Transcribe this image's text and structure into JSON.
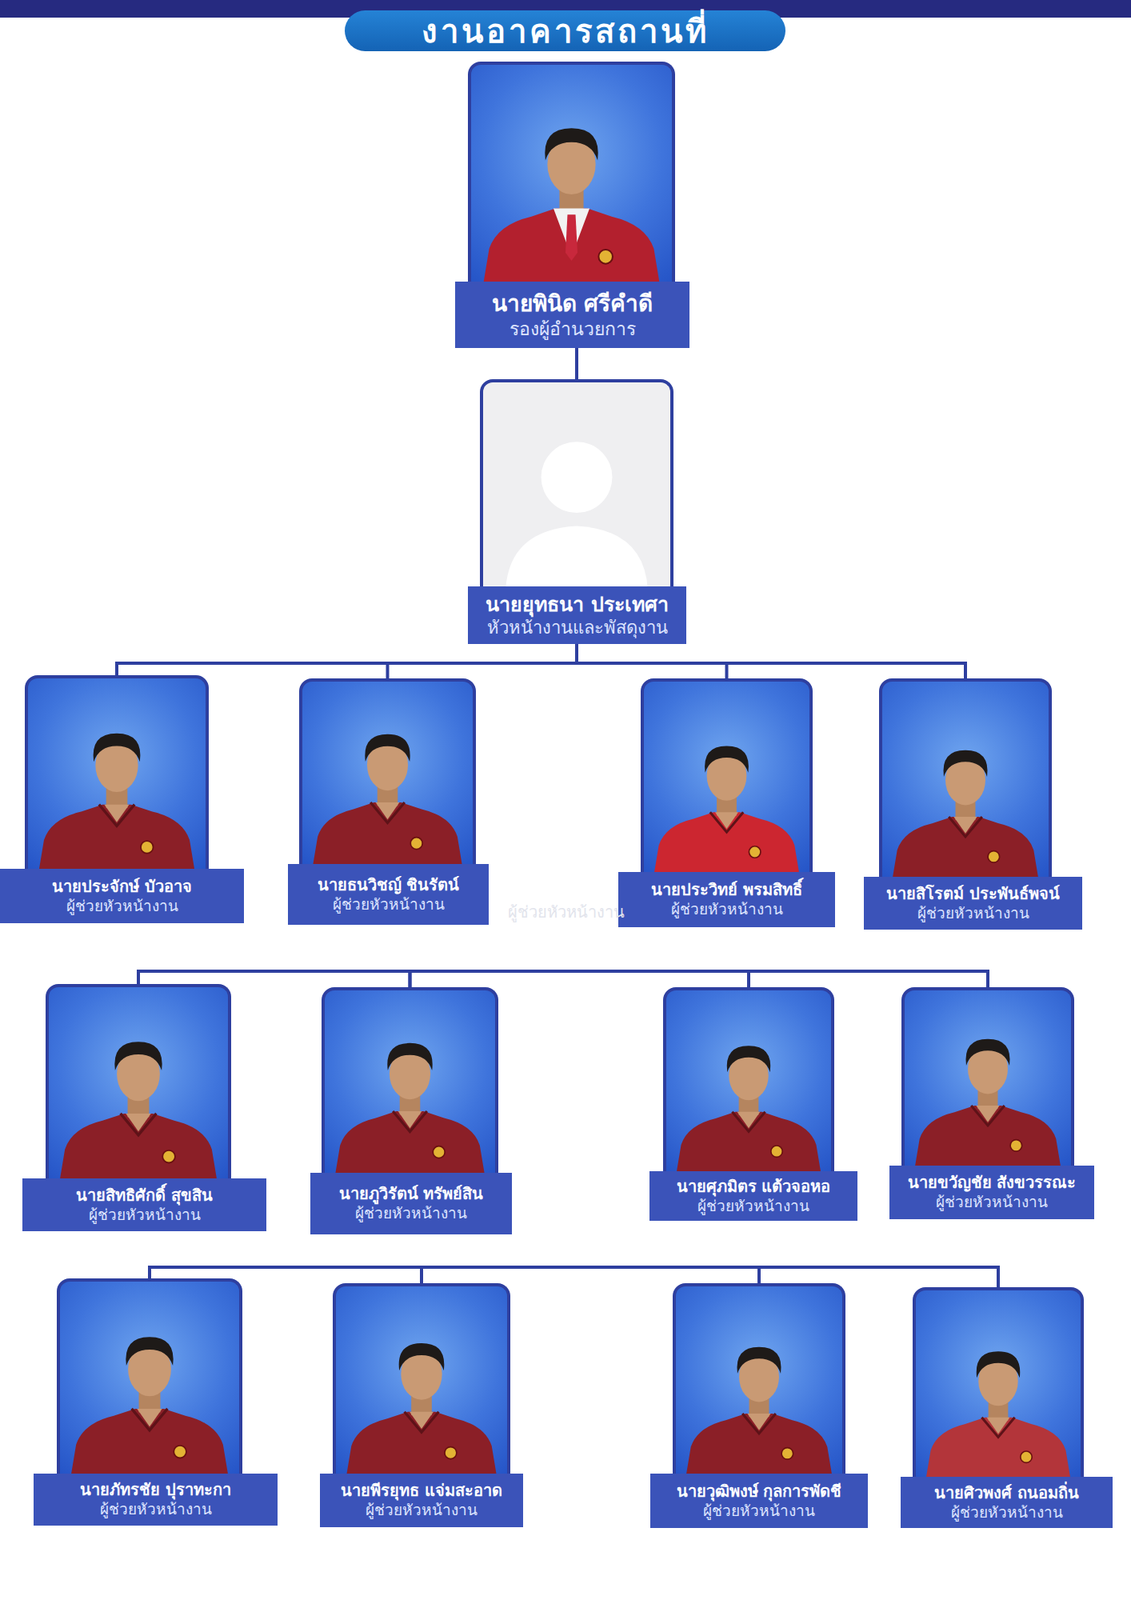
{
  "diagram": {
    "title": "งานอาคารสถานที่",
    "nodes": [
      {
        "text": [
          "นายพินิด ศรีคำดี",
          "รองผู้อำนวยการ"
        ]
      },
      {
        "text": [
          "นายยุทธนา ประเทศา",
          "หัวหน้างานและพัสดุงาน"
        ]
      },
      {
        "text": [
          "นายประจักษ์ บัวอาจ",
          "ผู้ช่วยหัวหน้างาน"
        ]
      },
      {
        "text": [
          "นายธนวิชญ์ ชินรัตน์",
          "ผู้ช่วยหัวหน้างาน"
        ]
      },
      {
        "text": [
          "นายประวิทย์ พรมสิทธิ์",
          "ผู้ช่วยหัวหน้างาน"
        ]
      },
      {
        "text": [
          "นายสิโรตม์ ประพันธ์พจน์",
          "ผู้ช่วยหัวหน้างาน"
        ]
      },
      {
        "text": [
          "นายสิทธิศักดิ์ สุขสิน",
          "ผู้ช่วยหัวหน้างาน"
        ]
      },
      {
        "text": [
          "นายภูวิรัตน์ ทรัพย์สิน",
          "ผู้ช่วยหัวหน้างาน"
        ]
      },
      {
        "text": [
          "นายศุภมิตร แต้วจอหอ",
          "ผู้ช่วยหัวหน้างาน"
        ]
      },
      {
        "text": [
          "นายขวัญชัย สังขวรรณะ",
          "ผู้ช่วยหัวหน้างาน"
        ]
      },
      {
        "text": [
          "นายภัทรชัย ปุราทะกา",
          "ผู้ช่วยหัวหน้างาน"
        ]
      },
      {
        "text": [
          "นายพีรยุทธ แจ่มสะอาด",
          "ผู้ช่วยหัวหน้างาน"
        ]
      },
      {
        "text": [
          "นายวุฒิพงษ์ กุลการพัดชี",
          "ผู้ช่วยหัวหน้างาน"
        ]
      },
      {
        "text": [
          "นายศิวพงศ์ ถนอมถิ่น",
          "ผู้ช่วยหัวหน้างาน"
        ]
      }
    ],
    "edges": [
      {
        "from": 0,
        "to": 1,
        "arrow": "none"
      },
      {
        "from": 1,
        "to": 2,
        "arrow": "none"
      },
      {
        "from": 1,
        "to": 3,
        "arrow": "none"
      },
      {
        "from": 1,
        "to": 4,
        "arrow": "none"
      },
      {
        "from": 1,
        "to": 5,
        "arrow": "none"
      },
      {
        "from": 6,
        "to": 7,
        "arrow": "none"
      },
      {
        "from": 7,
        "to": 8,
        "arrow": "none"
      },
      {
        "from": 8,
        "to": 9,
        "arrow": "none"
      },
      {
        "from": 10,
        "to": 11,
        "arrow": "none"
      },
      {
        "from": 11,
        "to": 12,
        "arrow": "none"
      },
      {
        "from": 12,
        "to": 13,
        "arrow": "none"
      }
    ],
    "labels": [
      "ผู้ช่วยหัวหน้างาน"
    ]
  }
}
